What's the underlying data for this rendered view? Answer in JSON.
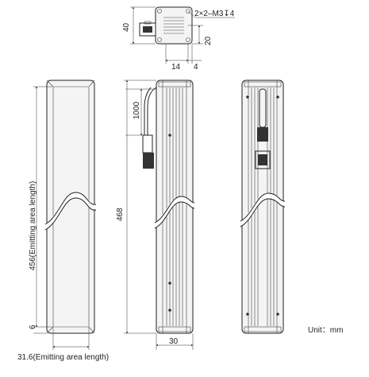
{
  "dimensions": {
    "top_height": "40",
    "top_mounting_hole": "2×2–M3↧4",
    "top_hole_offset": "20",
    "top_width_14": "14",
    "top_width_4": "4",
    "front_emitting_length": "456(Emitting area length)",
    "front_edge": "6",
    "front_width": "31.6(Emitting area length)",
    "side_total_length": "468",
    "side_cable": "1000",
    "side_depth": "30"
  },
  "unit_label": "Unit：mm"
}
